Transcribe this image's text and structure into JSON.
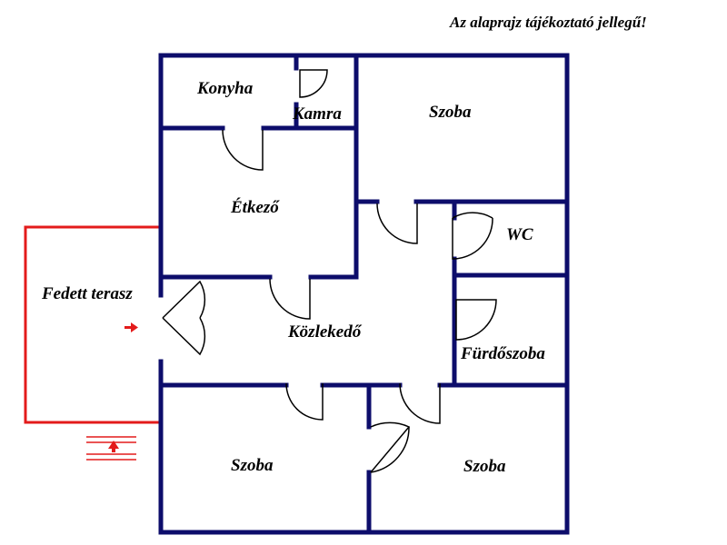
{
  "disclaimer": "Az alaprajz tájékoztató jellegű!",
  "rooms": {
    "konyha": "Konyha",
    "kamra": "Kamra",
    "szoba_top_right": "Szoba",
    "etkezo": "Étkező",
    "wc": "WC",
    "fedett_terasz": "Fedett terasz",
    "kozlekedo": "Közlekedő",
    "furdoszoba": "Fürdőszoba",
    "szoba_bottom_left": "Szoba",
    "szoba_bottom_right": "Szoba"
  },
  "colors": {
    "walls": "#0d0d6b",
    "terrace_outline": "#e31b1b",
    "arrow": "#e31b1b",
    "door_arc": "#000000"
  },
  "icons": {
    "entry_arrow": "right-arrow-icon",
    "stairs_arrow": "up-arrow-icon"
  }
}
